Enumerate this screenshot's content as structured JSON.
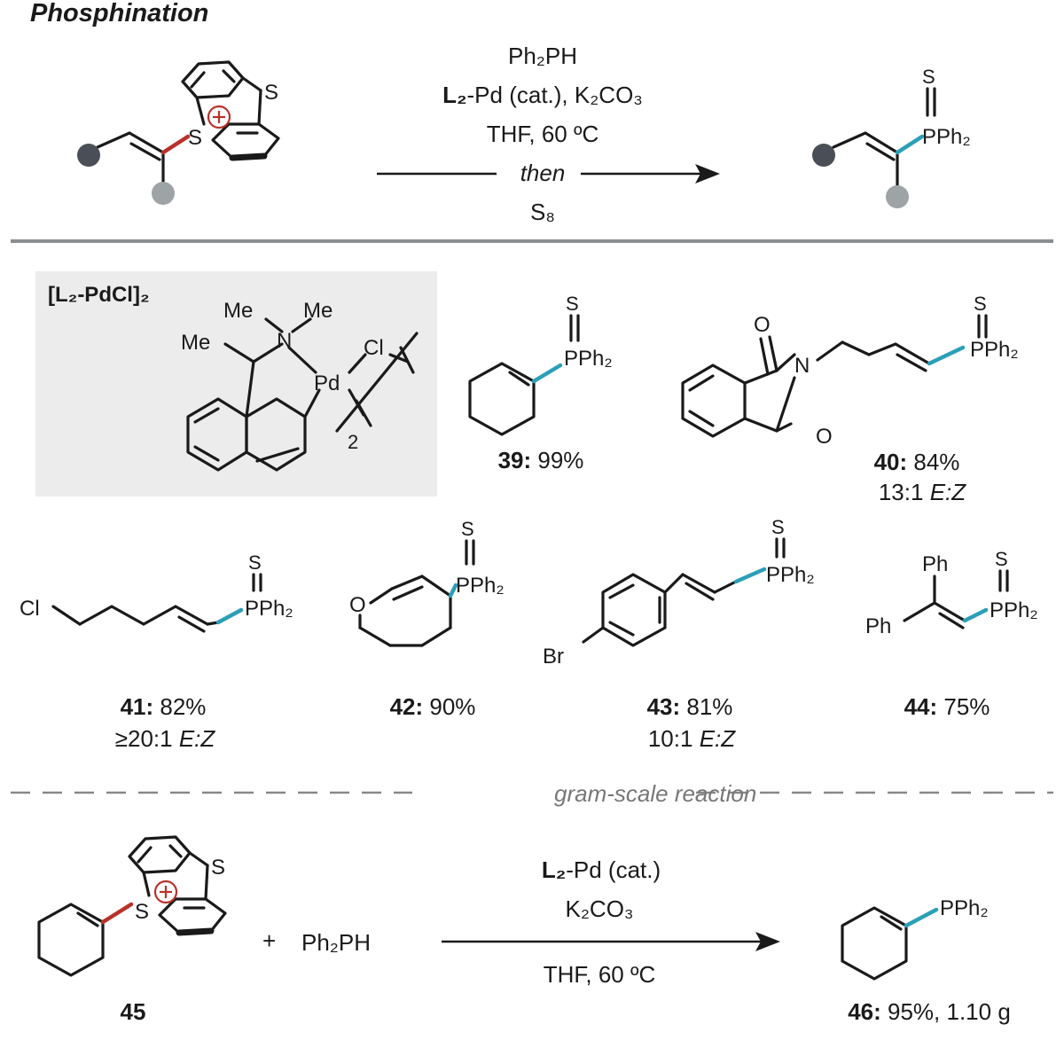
{
  "title": "Phosphination",
  "colors": {
    "cs_bond": "#b8322a",
    "cp_bond": "#2b9fb8",
    "substituent_dark": "#4a4f57",
    "substituent_light": "#9ea3a6",
    "catalyst_box": "#ececec",
    "divider": "#8a8f90"
  },
  "general": {
    "reagent": "Ph₂PH",
    "catalyst_bold": "L₂",
    "catalyst_rest": "-Pd (cat.), K₂CO₃",
    "solvent_temp": "THF, 60 ºC",
    "then": "then",
    "sulfur": "S₈",
    "ring_s": "S",
    "sulfonium_s": "S",
    "product_s": "S",
    "product_p": "PPh₂",
    "plus_sign": "+"
  },
  "catalyst": {
    "label": "[L₂-PdCl]₂",
    "me_left": "Me",
    "me_n1": "Me",
    "me_n2": "Me",
    "n": "N",
    "pd": "Pd",
    "cl": "Cl",
    "count": "2"
  },
  "products": [
    {
      "id": "39",
      "yield": "99%",
      "ratio": ""
    },
    {
      "id": "40",
      "yield": "84%",
      "ratio": "13:1",
      "ratio_ital": "E:Z"
    },
    {
      "id": "41",
      "yield": "82%",
      "ratio": "≥20:1",
      "ratio_ital": "E:Z"
    },
    {
      "id": "42",
      "yield": "90%",
      "ratio": ""
    },
    {
      "id": "43",
      "yield": "81%",
      "ratio": "10:1",
      "ratio_ital": "E:Z"
    },
    {
      "id": "44",
      "yield": "75%",
      "ratio": ""
    }
  ],
  "atoms": {
    "o": "O",
    "n": "N",
    "cl": "Cl",
    "br": "Br",
    "ph": "Ph"
  },
  "gram_scale": {
    "heading": "gram-scale reaction",
    "reagent": "Ph₂PH",
    "catalyst_bold": "L₂",
    "catalyst_rest": "-Pd (cat.)",
    "base": "K₂CO₃",
    "conditions": "THF, 60 ºC",
    "sm_id": "45",
    "product_id": "46",
    "product_yield": "95%, 1.10 g",
    "product_p": "PPh₂"
  }
}
